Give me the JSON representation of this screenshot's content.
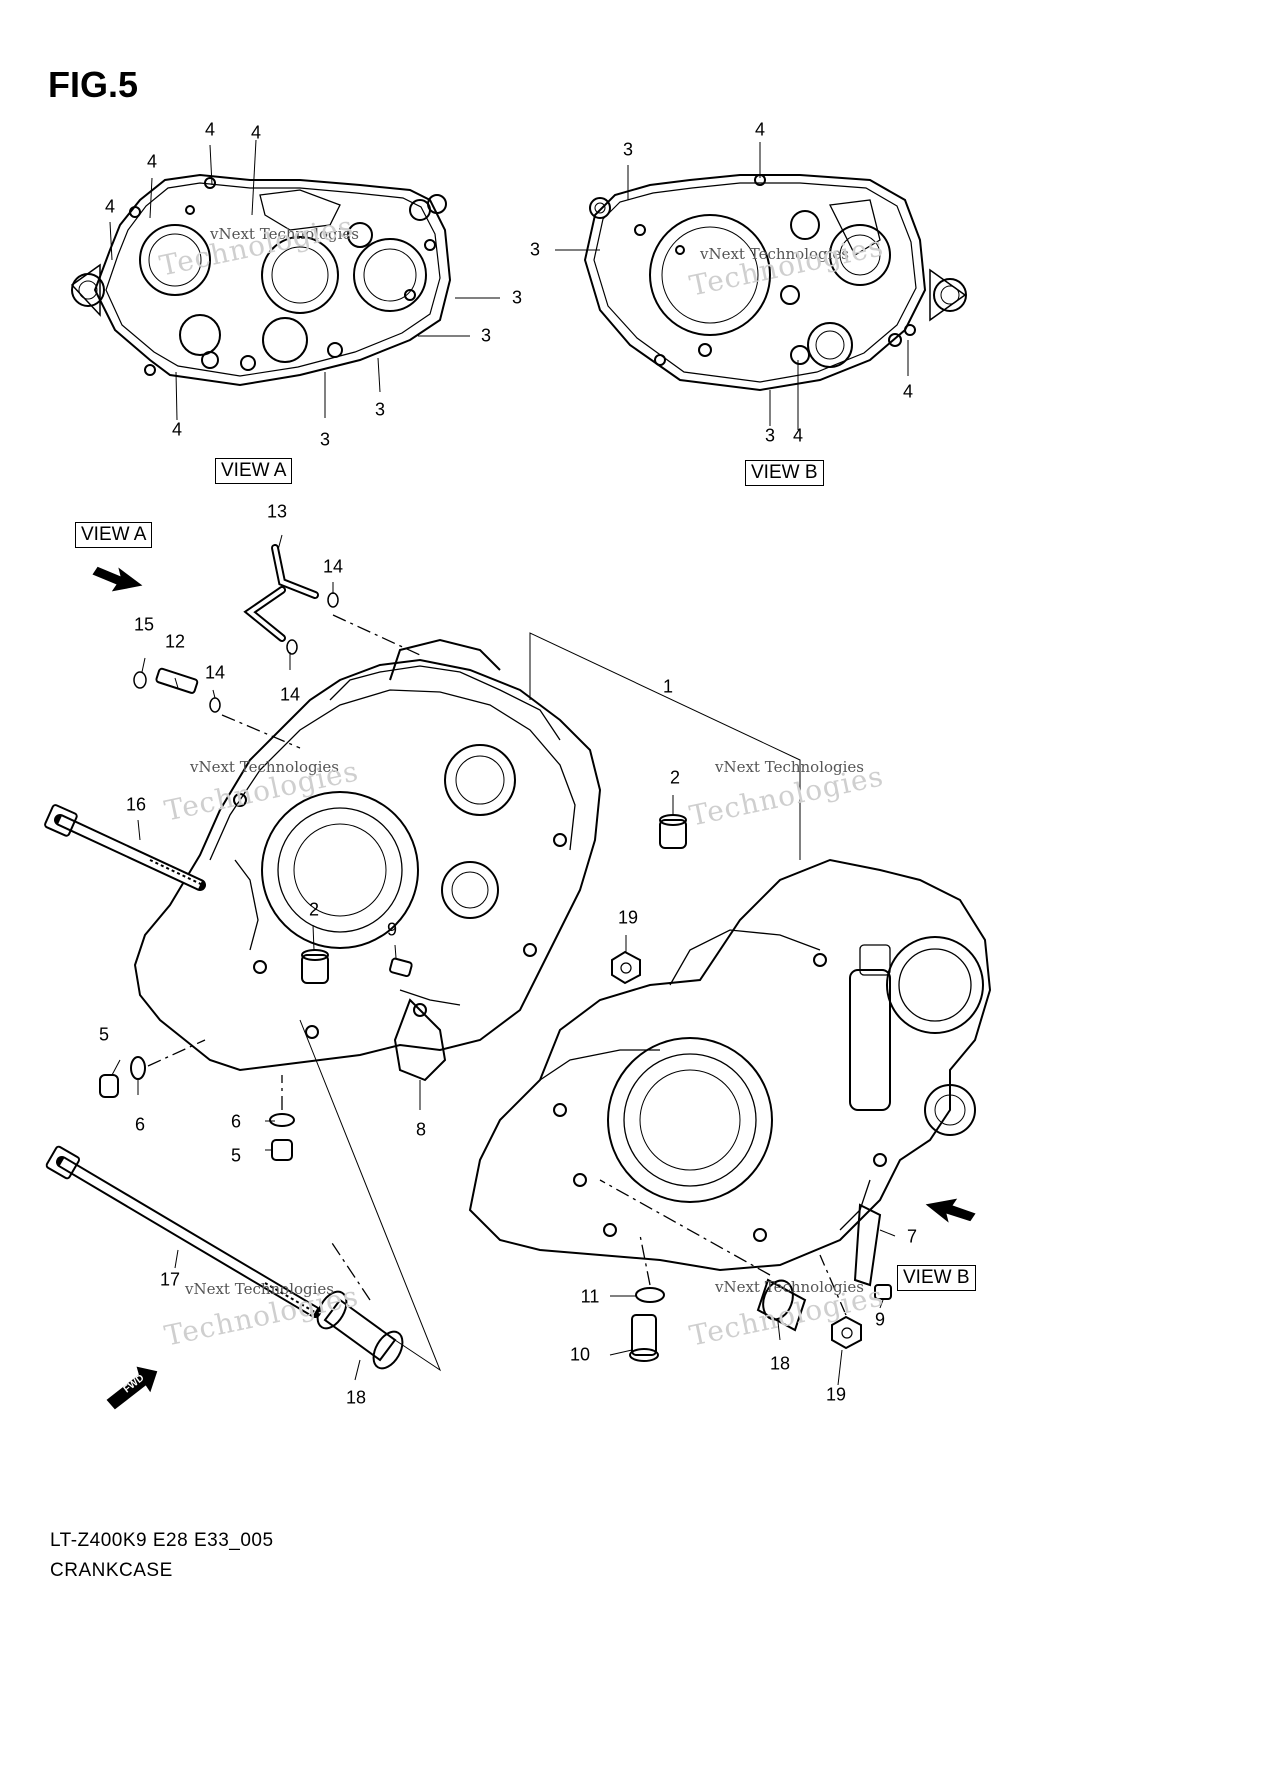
{
  "figure_title": "FIG.5",
  "view_labels": {
    "view_a": "VIEW A",
    "view_b": "VIEW B"
  },
  "callouts": [
    "1",
    "2",
    "3",
    "4",
    "5",
    "6",
    "7",
    "8",
    "9",
    "10",
    "11",
    "12",
    "13",
    "14",
    "15",
    "16",
    "17",
    "18",
    "19"
  ],
  "watermark": {
    "line1": "vNext Technologies",
    "word1": "vNext",
    "word2": "Technologies"
  },
  "fwd_label": "FWD",
  "footer": {
    "code": "LT-Z400K9 E28 E33_005",
    "name": "CRANKCASE"
  }
}
